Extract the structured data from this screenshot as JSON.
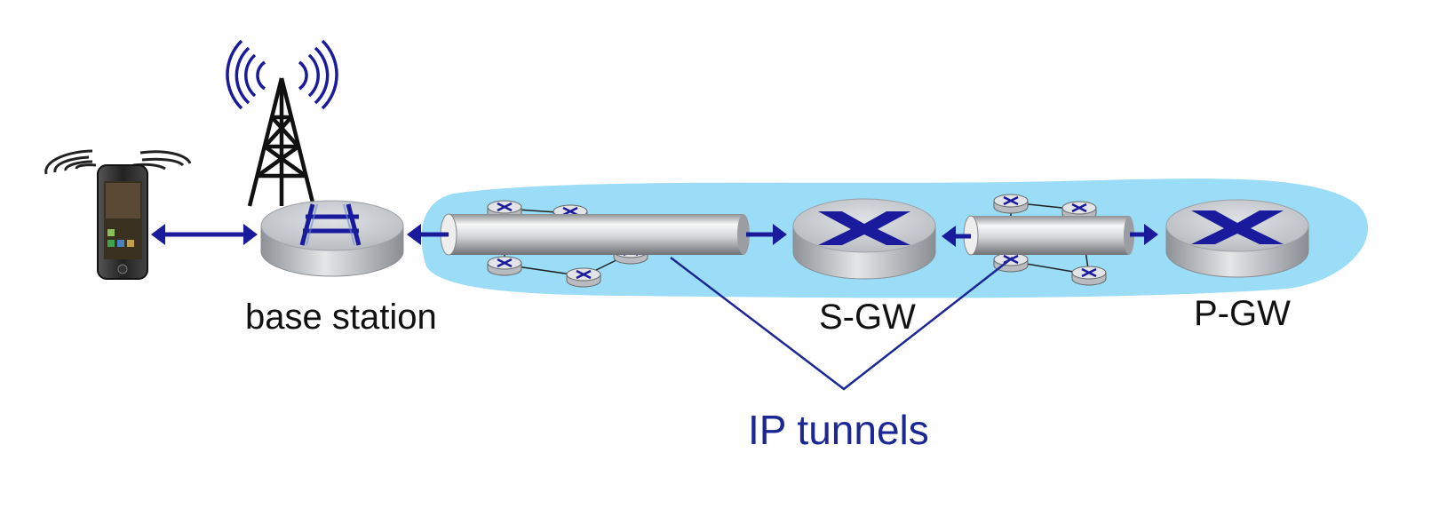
{
  "labels": {
    "base_station": "base station",
    "sgw": "S-GW",
    "pgw": "P-GW",
    "ip_tunnels": "IP tunnels"
  },
  "colors": {
    "cloud": "#9bdcf7",
    "accent": "#1a1a9c",
    "router_top": "#c9cdd1",
    "router_side": "#9fa3a8",
    "tunnel_label": "#1c2796"
  },
  "icons": {
    "phone": "smartphone-icon",
    "tower": "antenna-tower-icon",
    "router": "router-icon",
    "tunnel": "tunnel-pipe-icon"
  }
}
